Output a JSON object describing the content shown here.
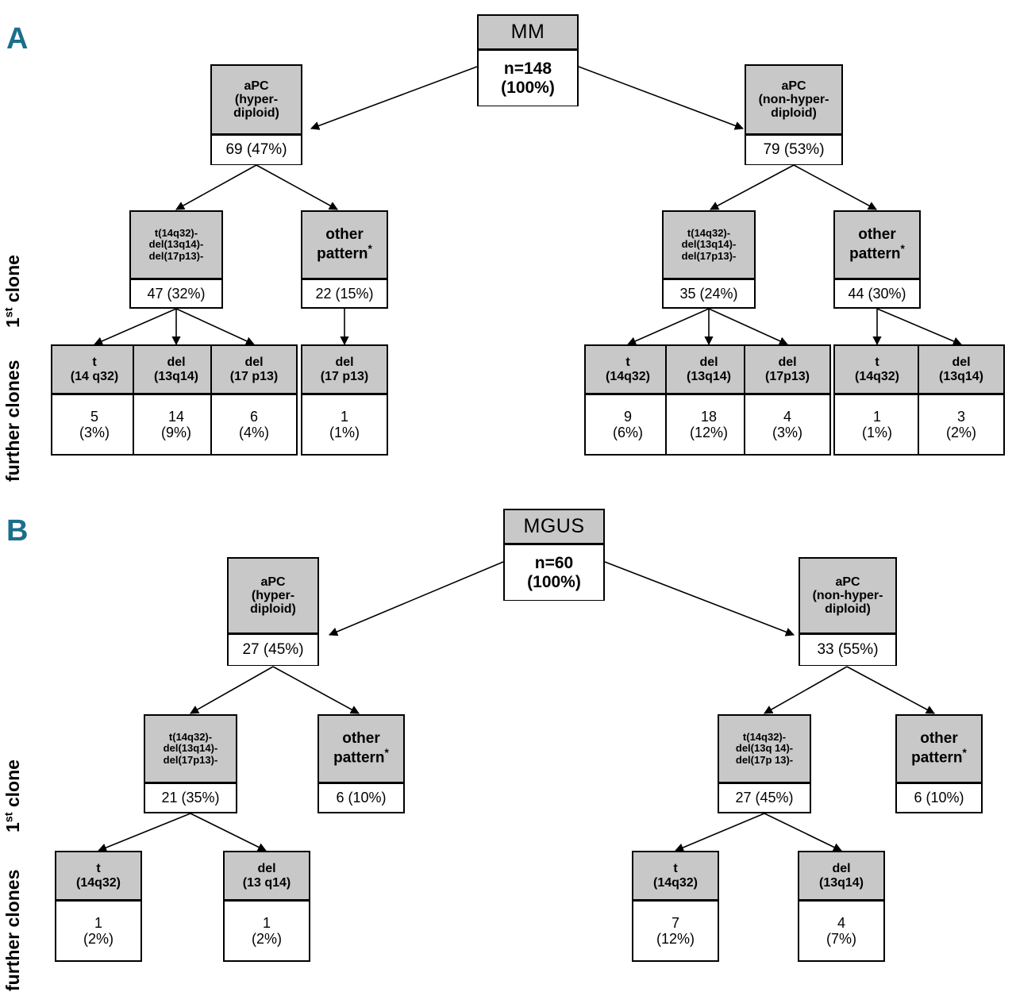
{
  "figure": {
    "panels": [
      {
        "letter": "A",
        "side_labels": [
          "1st clone",
          "further clones"
        ],
        "root": {
          "title": "MM",
          "count": "n=148",
          "percent": "(100%)"
        },
        "level_apc": [
          {
            "title": [
              "aPC",
              "(hyper-",
              "diploid)"
            ],
            "value": "69 (47%)"
          },
          {
            "title": [
              "aPC",
              "(non-hyper-",
              "diploid)"
            ],
            "value": "79 (53%)"
          }
        ],
        "level_clone1": [
          {
            "title": [
              "t(14q32)-",
              "del(13q14)-",
              "del(17p13)-"
            ],
            "value": "47 (32%)"
          },
          {
            "title": [
              "other",
              "pattern*"
            ],
            "value": "22 (15%)"
          },
          {
            "title": [
              "t(14q32)-",
              "del(13q14)-",
              "del(17p13)-"
            ],
            "value": "35 (24%)"
          },
          {
            "title": [
              "other",
              "pattern*"
            ],
            "value": "44 (30%)"
          }
        ],
        "level_clone2": [
          {
            "title": [
              "t",
              "(14 q32)"
            ],
            "count": "5",
            "percent": "(3%)"
          },
          {
            "title": [
              "del",
              "(13q14)"
            ],
            "count": "14",
            "percent": "(9%)"
          },
          {
            "title": [
              "del",
              "(17 p13)"
            ],
            "count": "6",
            "percent": "(4%)"
          },
          {
            "title": [
              "del",
              "(17 p13)"
            ],
            "count": "1",
            "percent": "(1%)"
          },
          {
            "title": [
              "t",
              "(14q32)"
            ],
            "count": "9",
            "percent": "(6%)"
          },
          {
            "title": [
              "del",
              "(13q14)"
            ],
            "count": "18",
            "percent": "(12%)"
          },
          {
            "title": [
              "del",
              "(17p13)"
            ],
            "count": "4",
            "percent": "(3%)"
          },
          {
            "title": [
              "t",
              "(14q32)"
            ],
            "count": "1",
            "percent": "(1%)"
          },
          {
            "title": [
              "del",
              "(13q14)"
            ],
            "count": "3",
            "percent": "(2%)"
          }
        ]
      },
      {
        "letter": "B",
        "side_labels": [
          "1st clone",
          "further clones"
        ],
        "root": {
          "title": "MGUS",
          "count": "n=60",
          "percent": "(100%)"
        },
        "level_apc": [
          {
            "title": [
              "aPC",
              "(hyper-",
              "diploid)"
            ],
            "value": "27 (45%)"
          },
          {
            "title": [
              "aPC",
              "(non-hyper-",
              "diploid)"
            ],
            "value": "33 (55%)"
          }
        ],
        "level_clone1": [
          {
            "title": [
              "t(14q32)-",
              "del(13q14)-",
              "del(17p13)-"
            ],
            "value": "21 (35%)"
          },
          {
            "title": [
              "other",
              "pattern*"
            ],
            "value": "6 (10%)"
          },
          {
            "title": [
              "t(14q32)-",
              "del(13q 14)-",
              "del(17p 13)-"
            ],
            "value": "27 (45%)"
          },
          {
            "title": [
              "other",
              "pattern*"
            ],
            "value": "6 (10%)"
          }
        ],
        "level_clone2": [
          {
            "title": [
              "t",
              "(14q32)"
            ],
            "count": "1",
            "percent": "(2%)"
          },
          {
            "title": [
              "del",
              "(13 q14)"
            ],
            "count": "1",
            "percent": "(2%)"
          },
          {
            "title": [
              "t",
              "(14q32)"
            ],
            "count": "7",
            "percent": "(12%)"
          },
          {
            "title": [
              "del",
              "(13q14)"
            ],
            "count": "4",
            "percent": "(7%)"
          }
        ]
      }
    ],
    "colors": {
      "panel_letter": "#1b6f8c",
      "node_header_fill": "#c8c8c8",
      "node_body_fill": "#ffffff",
      "stroke": "#000000"
    }
  }
}
